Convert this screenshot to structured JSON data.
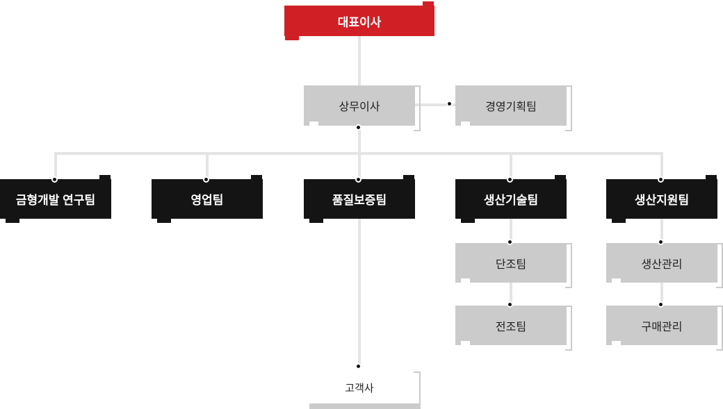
{
  "org": {
    "ceo": {
      "label": "대표이사"
    },
    "managing_director": {
      "label": "상무이사"
    },
    "planning_team": {
      "label": "경영기획팀"
    },
    "departments": [
      {
        "label": "금형개발 연구팀"
      },
      {
        "label": "영업팀"
      },
      {
        "label": "품질보증팀"
      },
      {
        "label": "생산기술팀"
      },
      {
        "label": "생산지원팀"
      }
    ],
    "production_tech_subteams": [
      {
        "label": "단조팀"
      },
      {
        "label": "전조팀"
      }
    ],
    "production_support_subteams": [
      {
        "label": "생산관리"
      },
      {
        "label": "구매관리"
      }
    ],
    "customer": {
      "label": "고객사"
    }
  },
  "colors": {
    "ceo-red": "#d11f26",
    "dept-black": "#141414",
    "team-gray": "#cbcbcb",
    "line-gray": "#e4e4e4",
    "dot-black": "#111111",
    "text-dark": "#1f1f1f",
    "bg": "#ffffff"
  }
}
